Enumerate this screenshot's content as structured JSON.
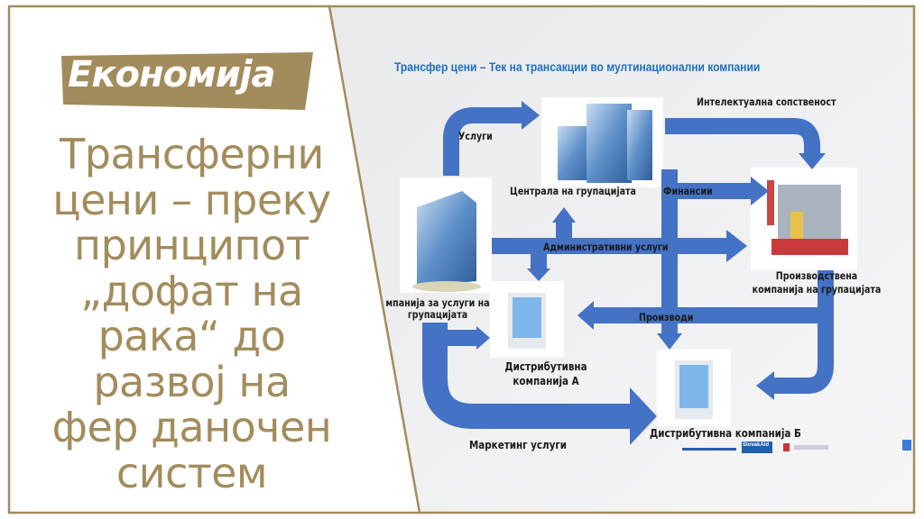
{
  "brand": {
    "label": "Економија",
    "color": "#a38c5c"
  },
  "headline": {
    "lines": [
      "Трансферни",
      "цени – преку",
      "принципот",
      "„дофат на",
      "рака“ до",
      "развој на",
      "фер даночен",
      "систем"
    ]
  },
  "diagram": {
    "title": "Трансфер цени – Тек на трансакции во мултинационални компании",
    "arrow_color": "#4472c4",
    "entities": {
      "hq": "Централа на групацијата",
      "services_company": [
        "мпанија за услуги на",
        "групацијата"
      ],
      "production": [
        "Производствена",
        "компанија на групацијата"
      ],
      "distributor_a": [
        "Дистрибутивна",
        "компанија А"
      ],
      "distributor_b": "Дистрибутивна компанија Б"
    },
    "flows": {
      "services": "Услуги",
      "ip": "Интелектуална сопственост",
      "finance": "Финансии",
      "admin": "Административни услуги",
      "products": "Производи",
      "marketing": "Маркетинг услуги"
    },
    "logos": {
      "slovakaid": "SlovakAid"
    }
  }
}
